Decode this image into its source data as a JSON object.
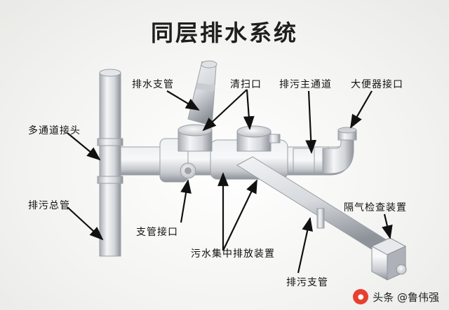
{
  "title": "同层排水系统",
  "labels": {
    "branch_pipe": "排水支管",
    "cleanout": "清扫口",
    "main_channel": "排污主通道",
    "toilet_port": "大便器接口",
    "multi_joint": "多通道接头",
    "main_stack": "排污总管",
    "branch_port": "支管接口",
    "collector": "污水集中排放装置",
    "branch_drain": "排污支管",
    "odor_trap": "隔气检查装置"
  },
  "watermark": {
    "text": "头条 @鲁伟强"
  },
  "colors": {
    "pipe_light": "#f2f3f5",
    "pipe_mid": "#c9ccd1",
    "pipe_dark": "#8e939a",
    "background": "#f4f4f2",
    "leader": "#111111",
    "watermark_logo": "#e8402f"
  }
}
